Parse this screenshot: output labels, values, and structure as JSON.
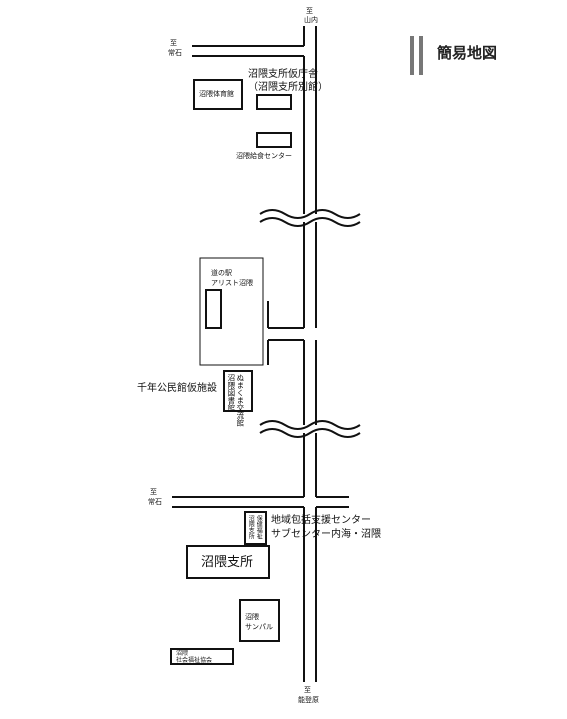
{
  "legend": {
    "title": "簡易地図"
  },
  "directions": {
    "north": {
      "line1": "至",
      "line2": "山内"
    },
    "west_top": {
      "line1": "至",
      "line2": "常石"
    },
    "west_bottom": {
      "line1": "至",
      "line2": "常石"
    },
    "south": {
      "line1": "至",
      "line2": "能登原"
    }
  },
  "facilities": {
    "gym": "沼隈体育館",
    "temp_office_line1": "沼隈支所仮庁舎",
    "temp_office_line2": "（沼隈支所別館）",
    "lunch_center": "沼隈給食センター",
    "roadside_station_line1": "道の駅",
    "roadside_station_line2": "アリスト沼隈",
    "community_hall": "千年公民館仮施設",
    "library_vertical": "沼隈図書館",
    "exchange_hall_vertical": "ぬまくま交流館",
    "community_center_vertical_1": "沼隈支所",
    "community_center_vertical_2": "保健福祉",
    "support_center_line1": "地域包括支援センター",
    "support_center_line2": "サブセンター内海・沼隈",
    "branch_office": "沼隈支所",
    "sunpal_line1": "沼隈",
    "sunpal_line2": "サンパル",
    "social_welfare_line1": "沼隈",
    "social_welfare_line2": "社会福祉協会"
  },
  "colors": {
    "ink": "#111111",
    "legend_bar": "#777777",
    "background": "#ffffff"
  }
}
